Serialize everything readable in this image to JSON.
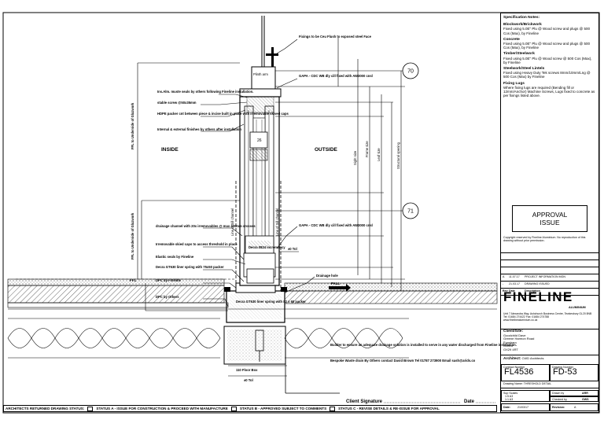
{
  "drawing": {
    "labels": {
      "inside": "INSIDE",
      "outside": "OUTSIDE",
      "ffl": "FFL",
      "ffl_vertical": "FFL to Underside of Glazwork",
      "ffl_vertical_lower": "FFL to Underside of Glazwork",
      "fall": "FALL",
      "drainage": "Drainage hole",
      "plate_top": "Fixings to be Ceu Flush to exposed steel Face",
      "gapa_upper": "GAPA - CDC WB dly cill fixed with AW3000 cnsl",
      "gapa_lower": "GAPA - CDC WB dly cill fixed with AW3000 cnsl",
      "timber_bead": "Ins.Alm. muste seals by others following Fineline installation.",
      "stable_screw": "stable screw @50x35mm",
      "hdpe": "HDPE packer cnt between piece & incise built in place with irremovable skived caps",
      "internal_ext": "Internal & external finishes by others after installation",
      "drainage_channel": "drainage channel with 20x irremovables @ max 400mm crosses",
      "irremovable_skid": "Irremovable skied caps to access threshold in place",
      "elastic_seals": "Elastic seals by Fineline",
      "decra_upper": "Decra GT630 liner spring with 75x50 packer",
      "dpc_fineline": "DPC by Fineline",
      "dpc_others": "DPC by Others",
      "decra_lower": "Decra GT630 liner spring with 82 x 60 packer",
      "decra_small": "Decra 0824 incremancy",
      "line_sill_left": "Line of Sill channel",
      "line_sill_right": "Line of Sill channel",
      "gutter_note": "Builder to ensure an adequate drainage solution is installed to serve in any water discharged from Fineline installation.",
      "bespoke_note": "Bespoke Waste drain By Others contact David Brown Tel 01787 273900 Email sash@arids.co",
      "dim_110": "110 Floor Box",
      "dim_tol": "±0 Tol",
      "dim_tol2": "±0 Tol",
      "frame_size": "Frame size",
      "leaf_size": "Leaf size",
      "sight_size": "Sight size",
      "structural_opening": "Structural opening",
      "glass_ref": "26",
      "plinth": "Plinth arm",
      "callout_70": "70",
      "callout_71": "71"
    }
  },
  "title_block": {
    "spec_title": "Specification Notes:",
    "spec_notes": [
      {
        "h": "Blockwork/Brickwork",
        "t": "Fixed using 5.0E\" Plu @ Wood screw and plugs @ 500 Cos (Max), by Fineline"
      },
      {
        "h": "Concrete",
        "t": "Fixed using 5.0E\" Plu @ Wood screw and plugs @ 500 Cos (Max), by Fineline"
      },
      {
        "h": "Timber/Steelwork",
        "t": "Fixed using 5.0E\" Plu @ Wood screw @ 500 Cos (Max), by Fineline"
      },
      {
        "h": "Steelwork/Steel Lintels",
        "t": "Fixed using Heavy Duty Tek screws 8mm/10mm/Lng @ 500 Cos (Max) by Fineline"
      },
      {
        "h": "Fixing Lugs",
        "t": "Where fixing lugs are required (Bending fill or 12mm/Anchor) Machine Screws, Lugs fixed to concrete as per fixings listed above."
      }
    ],
    "approval_line1": "APPROVAL",
    "approval_line2": "ISSUE",
    "copyright": "Copyright reserved by Fineline Aluminium. No reproduction of this drawing without prior permission.",
    "rev_headers": [
      "Rev",
      "Date",
      "Description"
    ],
    "rev_rows": [
      {
        "rev": "A",
        "date": "11.07.17",
        "desc": "PROJECT INFORMATION   MGN"
      },
      {
        "rev": "-",
        "date": "21.03.17",
        "desc": "DRAWING ISSUED"
      }
    ],
    "company": "FINELINE",
    "company_sub": "ALUMINIUM",
    "company_address": "Unit 7 Alexandra Way, Ashchurch Business Centre, Tewkesbury GL20 8NB",
    "company_phone": "Tel: 01684 274422    Fax: 01684 274788",
    "company_web": "www.finelinealuminium.co.uk",
    "client_label": "Client/Site:",
    "client_lines": [
      "Goodchild Dave",
      "Greene Harmon Road",
      "Eynsham",
      "Oxford",
      "OX29 4RT"
    ],
    "architect_label": "Architect:",
    "architect": "CWD Architects",
    "contract_label": "Contract Number",
    "contract_no": "FL4536",
    "drawing_label": "Drawing Number",
    "drawing_no": "FD-53",
    "drawing_name": "Drawing Name: THRESHOLD DETAIL",
    "scale_label": "Sup Scales",
    "scale_a": "1:5 A3",
    "scale_b": "1:1 A3",
    "drawn_label": "Drawn by",
    "drawn": "ARR",
    "checked_label": "Checked by",
    "checked": "GWS",
    "date_label": "Date:",
    "date": "21/03/17",
    "revision_label": "Revision:",
    "revision": "A"
  },
  "signature": {
    "client_signature": "Client Signature",
    "date": "Date"
  },
  "status_bar": {
    "label": "ARCHITECTS RETURNED DRAWING STATUS:",
    "a": "STATUS A - ISSUE FOR CONSTRUCTION & PROCEED WITH MANUFACTURE",
    "b": "STATUS B - APPROVED SUBJECT TO COMMENTS",
    "c": "STATUS C - REVISE DETAILS & RE-ISSUE FOR APPROVAL"
  }
}
